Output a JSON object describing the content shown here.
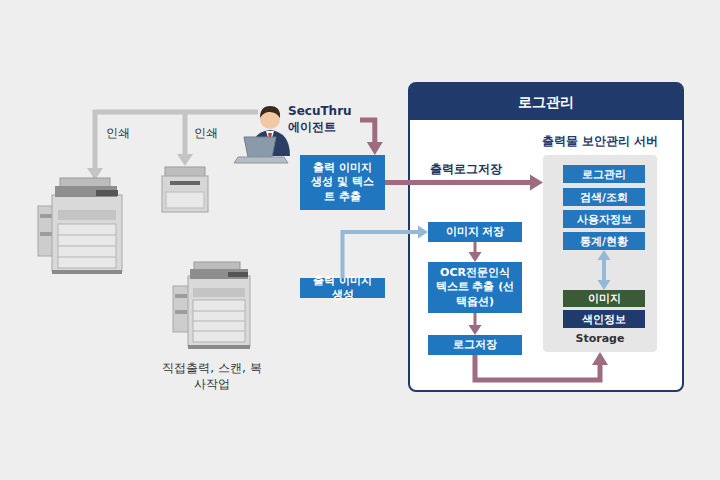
{
  "diagram": {
    "nodes": [
      {
        "text": [
          "SecuThru 에이전트"
        ]
      },
      {
        "text": [
          "출력 이미지 생성 및 텍스트 추출"
        ]
      },
      {
        "text": [
          "출력 이미지 생성"
        ]
      },
      {
        "text": [
          "로그관리"
        ]
      },
      {
        "text": [
          "이미지 저장"
        ],
        "in": 3
      },
      {
        "text": [
          "OCR전문인식 텍스트 추출 (선택옵션)"
        ],
        "in": 3
      },
      {
        "text": [
          "로그저장"
        ],
        "in": 3
      },
      {
        "text": [
          "출력물 보안관리 서버",
          "Storage"
        ],
        "in": 3
      },
      {
        "text": [
          "로그관리"
        ],
        "in": 7
      },
      {
        "text": [
          "검색/조회"
        ],
        "in": 7
      },
      {
        "text": [
          "사용자정보"
        ],
        "in": 7
      },
      {
        "text": [
          "통계/현황"
        ],
        "in": 7
      },
      {
        "text": [
          "이미지"
        ],
        "in": 7
      },
      {
        "text": [
          "색인정보"
        ],
        "in": 7
      }
    ],
    "edges": [
      {
        "from": 0,
        "to": 1,
        "arrow": "to"
      },
      {
        "from": 1,
        "to": 7,
        "label": "출력로그저장",
        "arrow": "to"
      },
      {
        "from": 2,
        "to": 4,
        "arrow": "to"
      },
      {
        "from": 4,
        "to": 5,
        "arrow": "to"
      },
      {
        "from": 5,
        "to": 6,
        "arrow": "to"
      },
      {
        "from": 6,
        "to": 7,
        "arrow": "to"
      },
      {
        "from": 11,
        "to": 12,
        "arrow": "both"
      }
    ],
    "labels": [
      "인쇄",
      "인쇄",
      "직접출력, 스캔, 복사작업"
    ]
  }
}
